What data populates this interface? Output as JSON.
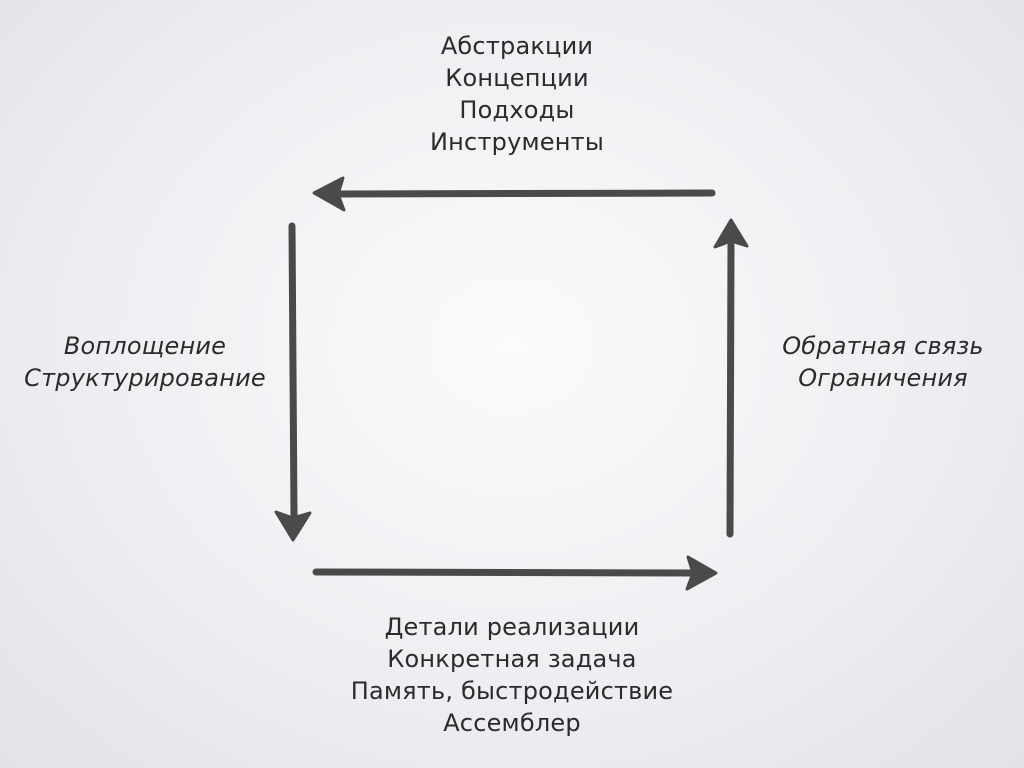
{
  "diagram": {
    "top_labels": [
      "Абстракции",
      "Концепции",
      "Подходы",
      "Инструменты"
    ],
    "left_labels": [
      "Воплощение",
      "Структурирование"
    ],
    "right_labels": [
      "Обратная связь",
      "Ограничения"
    ],
    "bottom_labels": [
      "Детали реализации",
      "Конкретная задача",
      "Память, быстродействие",
      "Ассемблер"
    ],
    "arrow_color": "#4a4a4a"
  }
}
